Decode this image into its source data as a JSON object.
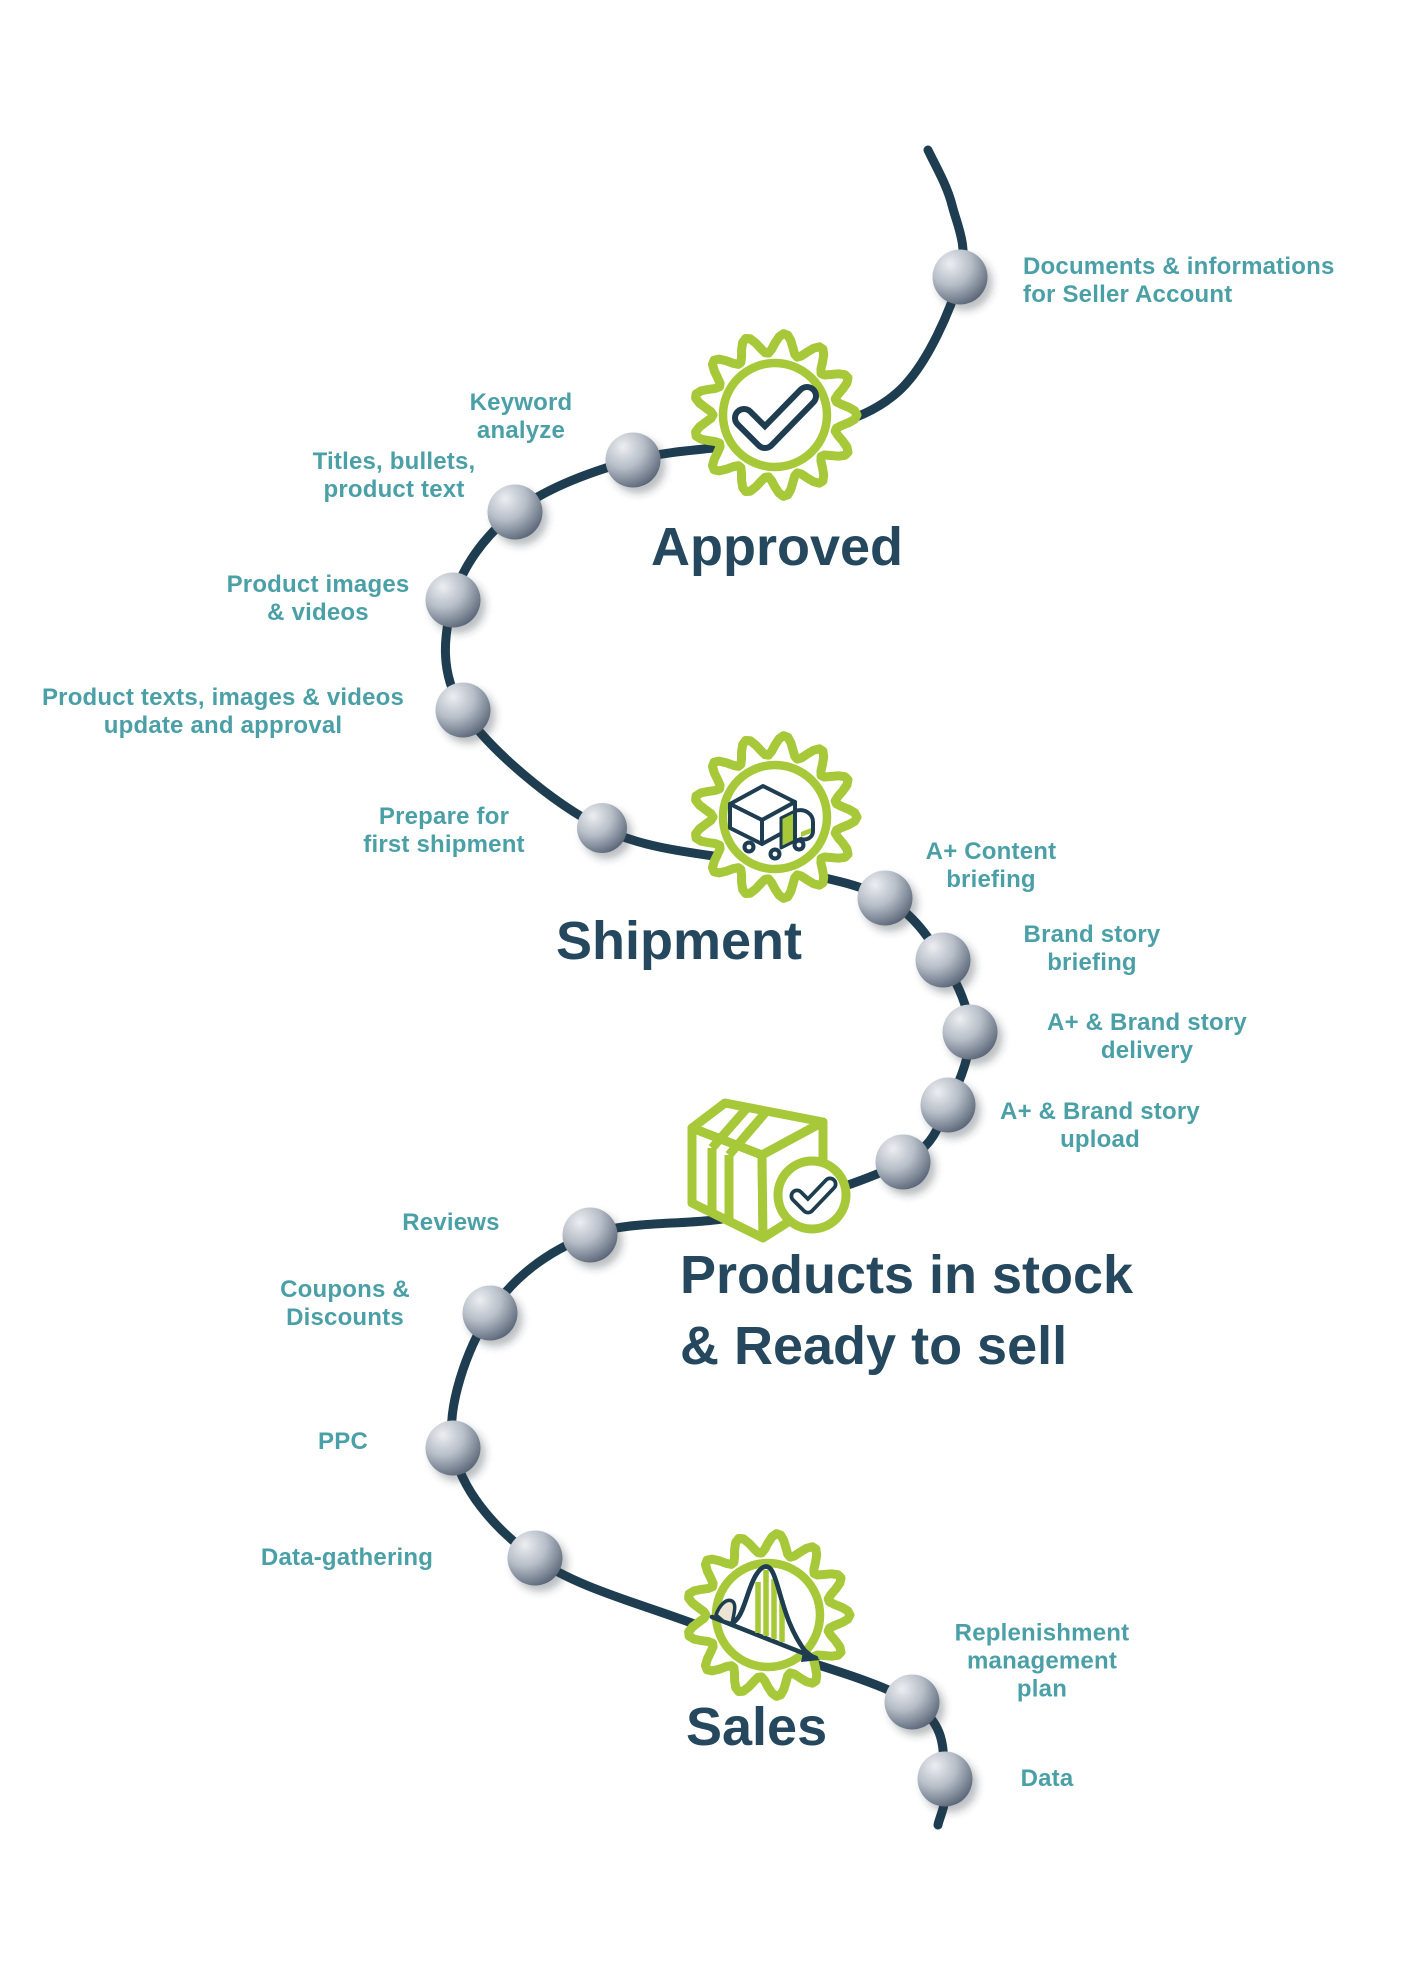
{
  "diagram": {
    "milestones": [
      {
        "name": "approved",
        "title": "Approved",
        "icon": "check-badge-icon"
      },
      {
        "name": "shipment",
        "title": "Shipment",
        "icon": "truck-badge-icon"
      },
      {
        "name": "products-in-stock",
        "title": "Products in stock\n& Ready to sell",
        "icon": "box-check-icon"
      },
      {
        "name": "sales",
        "title": "Sales",
        "icon": "sales-curve-badge-icon"
      }
    ],
    "steps": [
      {
        "label": "Documents & informations\nfor Seller Account"
      },
      {
        "label": "Keyword\nanalyze"
      },
      {
        "label": "Titles, bullets,\nproduct text"
      },
      {
        "label": "Product images\n& videos"
      },
      {
        "label": "Product texts, images & videos\nupdate and approval"
      },
      {
        "label": "Prepare for\nfirst shipment"
      },
      {
        "label": "A+ Content\nbriefing"
      },
      {
        "label": "Brand story\nbriefing"
      },
      {
        "label": "A+ & Brand story\ndelivery"
      },
      {
        "label": "A+ & Brand story\nupload"
      },
      {
        "label": "Reviews"
      },
      {
        "label": "Coupons &\nDiscounts"
      },
      {
        "label": "PPC"
      },
      {
        "label": "Data-gathering"
      },
      {
        "label": "Replenishment\nmanagement\nplan"
      },
      {
        "label": "Data"
      }
    ]
  },
  "colors": {
    "navy_line": "#1E3D50",
    "navy_title": "#25485E",
    "teal_label": "#4AA0A6",
    "green_accent": "#A7C939",
    "cream_accent": "#EBE3D3"
  }
}
